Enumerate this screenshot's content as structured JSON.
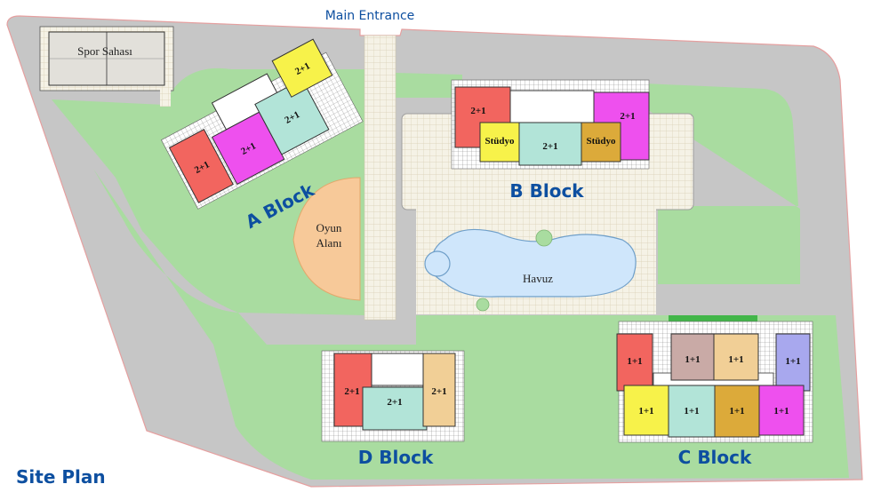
{
  "title": "Site Plan",
  "main_entrance": "Main Entrance",
  "colors": {
    "background": "#ffffff",
    "green": "#a9dca0",
    "road": "#c6c6c6",
    "tile": "#f4f1e4",
    "sand": "#f7c999",
    "pool": "#cfe6fb",
    "label_blue": "#0d4fa0",
    "red": "#f2655f",
    "yellow": "#f7f24a",
    "magenta": "#ee50ee",
    "teal": "#b2e4d8",
    "tan": "#f1cf96",
    "gold": "#dcaa3a",
    "mauve": "#c9aaa6",
    "lavender": "#a8a8ee"
  },
  "areas": {
    "sports": "Spor Sahası",
    "playground_line1": "Oyun",
    "playground_line2": "Alanı",
    "pool": "Havuz"
  },
  "blocks": {
    "a": {
      "label": "A Block",
      "units": [
        {
          "label": "2+1",
          "color": "#f2655f"
        },
        {
          "label": "2+1",
          "color": "#ee50ee"
        },
        {
          "label": "2+1",
          "color": "#b2e4d8"
        },
        {
          "label": "2+1",
          "color": "#f7f24a"
        }
      ]
    },
    "b": {
      "label": "B Block",
      "units": [
        {
          "label": "2+1",
          "color": "#f2655f"
        },
        {
          "label": "2+1",
          "color": "#ee50ee"
        },
        {
          "label": "Stüdyo",
          "color": "#f7f24a"
        },
        {
          "label": "2+1",
          "color": "#b2e4d8"
        },
        {
          "label": "Stüdyo",
          "color": "#dcaa3a"
        }
      ]
    },
    "c": {
      "label": "C Block",
      "units": [
        {
          "label": "1+1",
          "color": "#f2655f"
        },
        {
          "label": "1+1",
          "color": "#c9aaa6"
        },
        {
          "label": "1+1",
          "color": "#f1cf96"
        },
        {
          "label": "1+1",
          "color": "#a8a8ee"
        },
        {
          "label": "1+1",
          "color": "#f7f24a"
        },
        {
          "label": "1+1",
          "color": "#b2e4d8"
        },
        {
          "label": "1+1",
          "color": "#dcaa3a"
        },
        {
          "label": "1+1",
          "color": "#ee50ee"
        }
      ]
    },
    "d": {
      "label": "D Block",
      "units": [
        {
          "label": "2+1",
          "color": "#f2655f"
        },
        {
          "label": "2+1",
          "color": "#b2e4d8"
        },
        {
          "label": "2+1",
          "color": "#f1cf96"
        }
      ]
    }
  }
}
